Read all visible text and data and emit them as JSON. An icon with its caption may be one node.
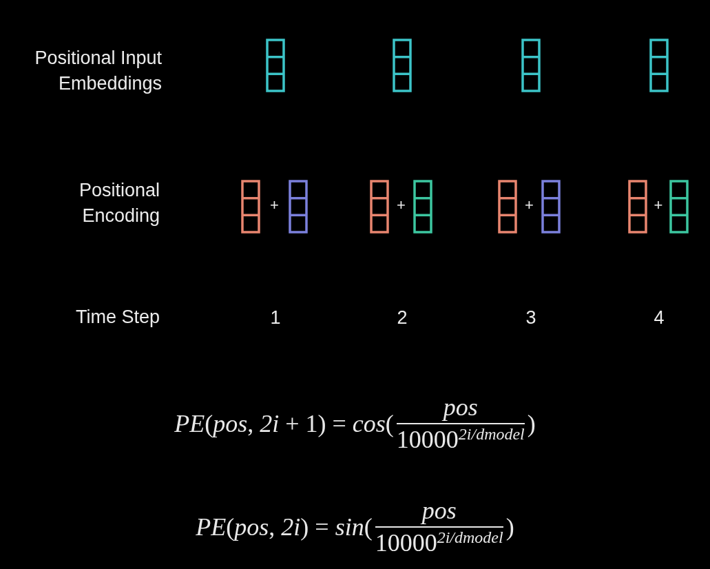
{
  "diagram": {
    "labels": [
      "Positional Input Embeddings",
      "Positional Encoding",
      "+",
      "+",
      "+",
      "+",
      "Time Step",
      "1",
      "2",
      "3",
      "4",
      "*PE*(*pos*, *2i* + 1) = *cos*(",
      "pos",
      "10000$^{2i/dmodel}$",
      ")",
      "*PE*(*pos*, *2i*) = *sin*(",
      "pos",
      "10000$^{2i/dmodel}$",
      ")"
    ]
  }
}
